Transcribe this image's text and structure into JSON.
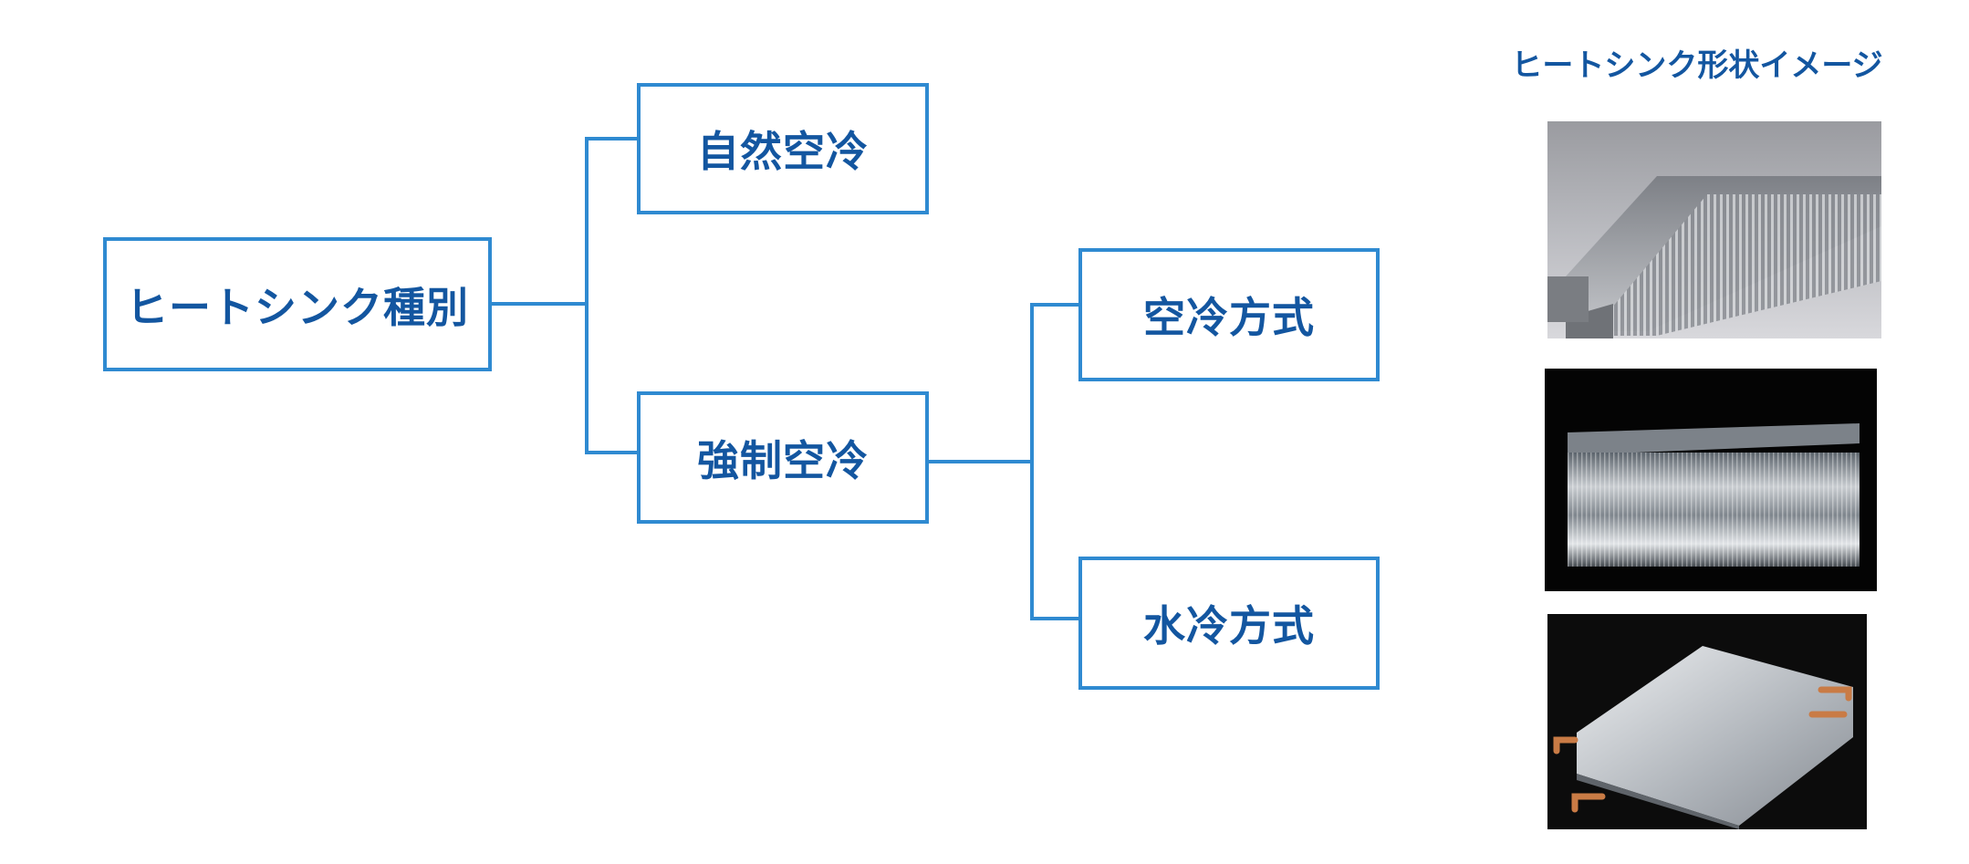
{
  "diagram": {
    "root": "ヒートシンク種別",
    "natural": "自然空冷",
    "forced": "強制空冷",
    "air": "空冷方式",
    "water": "水冷方式"
  },
  "colors": {
    "line": "#2f8ad1",
    "text": "#1356a0"
  },
  "gallery": {
    "title": "ヒートシンク形状イメージ",
    "images": [
      "heatsink-fins-photo",
      "heatsink-block-photo",
      "cold-plate-photo"
    ]
  }
}
